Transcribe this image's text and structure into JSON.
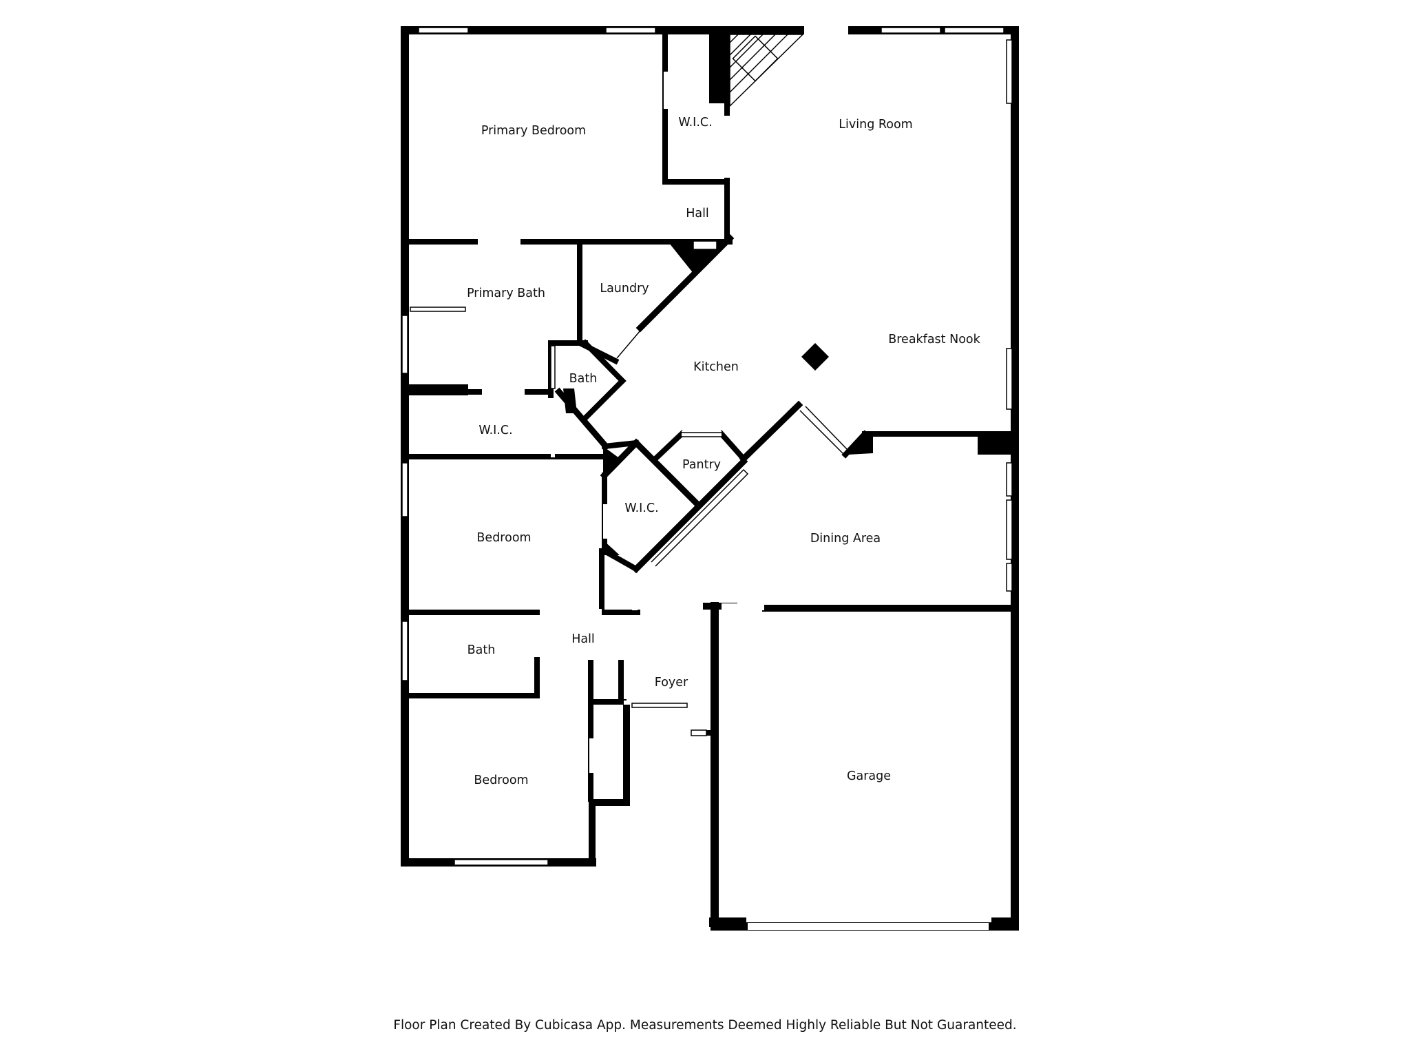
{
  "rooms": {
    "primary_bedroom": "Primary Bedroom",
    "wic_primary": "W.I.C.",
    "living_room": "Living Room",
    "hall_upper": "Hall",
    "primary_bath": "Primary Bath",
    "laundry": "Laundry",
    "breakfast_nook": "Breakfast Nook",
    "kitchen": "Kitchen",
    "bath_small": "Bath",
    "wic_middle": "W.I.C.",
    "pantry": "Pantry",
    "wic_diag": "W.I.C.",
    "bedroom_middle": "Bedroom",
    "dining_area": "Dining Area",
    "hall_lower": "Hall",
    "bath_lower": "Bath",
    "foyer": "Foyer",
    "bedroom_lower": "Bedroom",
    "garage": "Garage"
  },
  "footer_text": "Floor Plan Created By Cubicasa App. Measurements Deemed Highly Reliable But Not Guaranteed."
}
